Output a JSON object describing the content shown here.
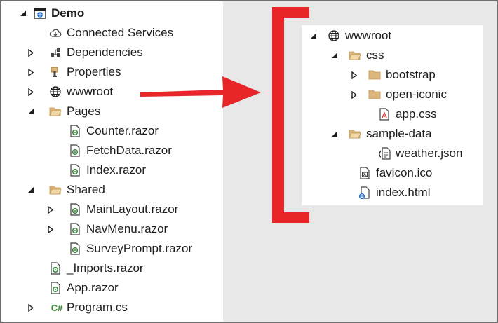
{
  "left_tree": {
    "project": "Demo",
    "items": [
      {
        "label": "Connected Services"
      },
      {
        "label": "Dependencies"
      },
      {
        "label": "Properties"
      },
      {
        "label": "wwwroot"
      },
      {
        "label": "Pages"
      },
      {
        "label": "Counter.razor"
      },
      {
        "label": "FetchData.razor"
      },
      {
        "label": "Index.razor"
      },
      {
        "label": "Shared"
      },
      {
        "label": "MainLayout.razor"
      },
      {
        "label": "NavMenu.razor"
      },
      {
        "label": "SurveyPrompt.razor"
      },
      {
        "label": "_Imports.razor"
      },
      {
        "label": "App.razor"
      },
      {
        "label": "Program.cs"
      }
    ]
  },
  "right_tree": {
    "items": [
      {
        "label": "wwwroot"
      },
      {
        "label": "css"
      },
      {
        "label": "bootstrap"
      },
      {
        "label": "open-iconic"
      },
      {
        "label": "app.css"
      },
      {
        "label": "sample-data"
      },
      {
        "label": "weather.json"
      },
      {
        "label": "favicon.ico"
      },
      {
        "label": "index.html"
      }
    ]
  },
  "colors": {
    "folder": "#dcb67a",
    "folder_dark": "#c09553",
    "callout_red": "#e8262a",
    "razor_green": "#3c8a3c",
    "csharp_green": "#388a34",
    "web_blue": "#1e6fd9"
  },
  "csharp_icon_text": "C#"
}
